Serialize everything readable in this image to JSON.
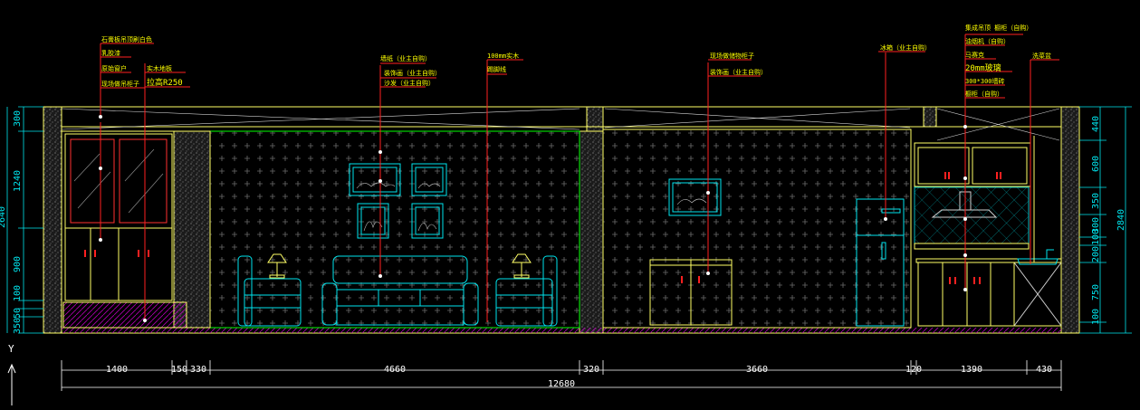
{
  "drawing": {
    "colors": {
      "background": "#000000",
      "frame": "#ffff66",
      "furniture": "#00e5ee",
      "wall": "#00ff00",
      "leader": "#ff2020",
      "note_text": "#ffff00",
      "dimension_text": "#ffffff",
      "side_dimension": "#00e5ee",
      "floor_hatch": "#b000b0",
      "axis_icon": "#ffffff"
    },
    "icons": [
      "ucs-axis-icon",
      "pendant-lamp-icon",
      "table-lamp-icon",
      "sofa-icon",
      "armchair-icon",
      "refrigerator-icon",
      "range-hood-icon",
      "sink-icon"
    ],
    "annotations": [
      {
        "id": "n1",
        "lines": [
          "石膏板吊顶刷白色",
          "乳胶漆",
          "原始窗户",
          "现场做吊柜子"
        ]
      },
      {
        "id": "n2",
        "lines": [
          "实木地板",
          "拉高R250"
        ]
      },
      {
        "id": "n3",
        "lines": [
          "墙纸（业主自购）",
          "装饰画（业主自购）",
          "沙发（业主自购）"
        ]
      },
      {
        "id": "n4",
        "lines": [
          "100mm实木",
          "踢脚线"
        ]
      },
      {
        "id": "n5",
        "lines": [
          "现场做储物柜子",
          "装饰画（业主自购）"
        ]
      },
      {
        "id": "n6",
        "lines": [
          "冰箱（业主自购）"
        ]
      },
      {
        "id": "n7",
        "lines": [
          "集成吊顶 橱柜（自购）",
          "油烟机（自购）",
          "马赛克",
          "20mm玻璃",
          "300*300墙砖",
          "橱柜（自购）"
        ]
      },
      {
        "id": "n8",
        "lines": [
          "洗菜盆"
        ]
      }
    ],
    "bottom_dimensions": {
      "segments": [
        "1400",
        "150",
        "330",
        "4660",
        "320",
        "3660",
        "120",
        "1390",
        "430"
      ],
      "total": "12680"
    },
    "left_dimensions": [
      "300",
      "1240",
      "2640",
      "900",
      "100",
      "50",
      "350"
    ],
    "right_dimensions": [
      "440",
      "600",
      "350",
      "300",
      "100",
      "200",
      "750",
      "100",
      "2840"
    ],
    "axis_label": "Y"
  }
}
